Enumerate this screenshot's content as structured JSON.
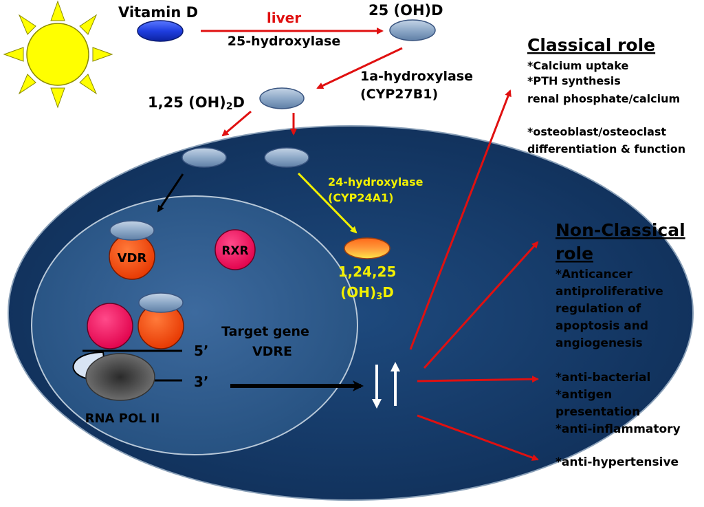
{
  "pathway": {
    "vitamin_d": "Vitamin D",
    "liver": "liver",
    "enzyme_25": "25-hydroxylase",
    "metabolite_25": "25 (OH)D",
    "enzyme_1a_line1": "1a-hydroxylase",
    "enzyme_1a_line2": "(CYP27B1)",
    "active_form_prefix": "1,25 (OH)",
    "active_form_sub": "2",
    "active_form_suffix": "D",
    "enzyme_24_line1": "24-hydroxylase",
    "enzyme_24_line2": "(CYP24A1)",
    "catabolite_line1": "1,24,25",
    "catabolite_line2_prefix": "(OH)",
    "catabolite_line2_sub": "3",
    "catabolite_line2_suffix": "D"
  },
  "nucleus": {
    "vdr": "VDR",
    "rxr": "RXR",
    "target_gene": "Target gene",
    "vdre": "VDRE",
    "five_prime": "5’",
    "three_prime": "3’",
    "rna_pol": "RNA POL II"
  },
  "classical": {
    "title": "Classical role",
    "items": [
      "*Calcium uptake",
      "*PTH synthesis",
      "renal phosphate/calcium",
      "*osteoblast/osteoclast",
      "differentiation & function"
    ]
  },
  "non_classical": {
    "title_line1": "Non-Classical",
    "title_line2": "role",
    "items": [
      "*Anticancer",
      "antiproliferative",
      "regulation of",
      "apoptosis and",
      "angiogenesis",
      "*anti-bacterial",
      "*antigen",
      "presentation",
      "*anti-inflammatory",
      "*anti-hypertensive"
    ]
  },
  "colors": {
    "arrow_red": "#e01010",
    "enzyme_yellow": "#f2f000",
    "cell_blue": "#163a66",
    "nucleus_blue": "#2f5a8e",
    "sun_yellow": "#ffff00",
    "vdr_orange": "#ff4000",
    "rxr_pink": "#f0105a"
  }
}
